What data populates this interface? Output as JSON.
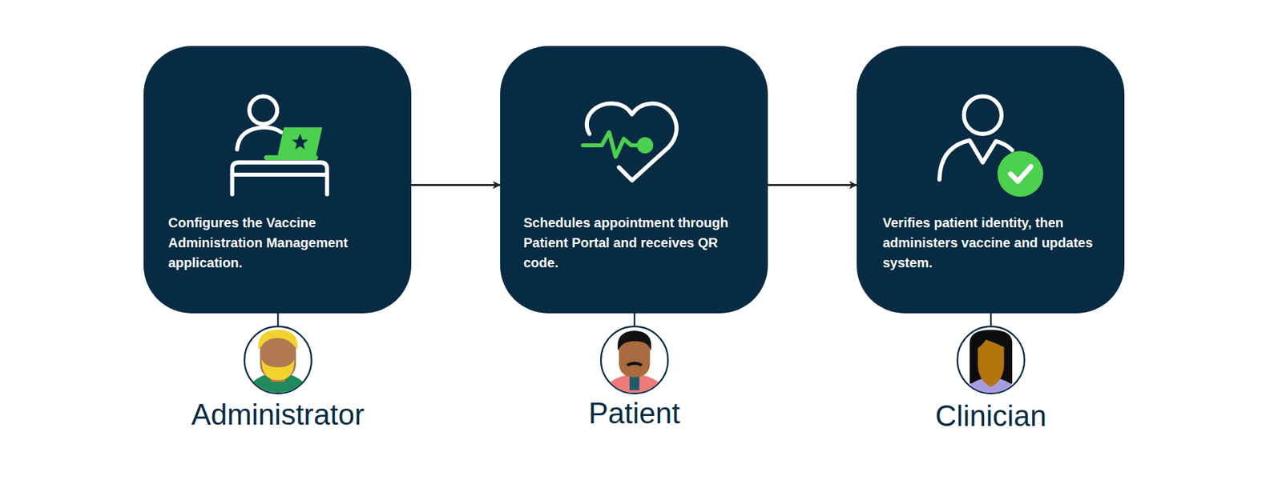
{
  "diagram": {
    "nodes": [
      {
        "text": [
          "Configures the Vaccine Administration Management application."
        ]
      },
      {
        "text": [
          "Schedules appointment through Patient Portal and receives QR code."
        ]
      },
      {
        "text": [
          "Verifies patient identity, then administers vaccine and updates system."
        ]
      }
    ],
    "edges": [
      {
        "from": 0,
        "to": 1,
        "arrow": "to"
      },
      {
        "from": 1,
        "to": 2,
        "arrow": "to"
      }
    ],
    "labels": [
      "Administrator",
      "Patient",
      "Clinician"
    ]
  }
}
